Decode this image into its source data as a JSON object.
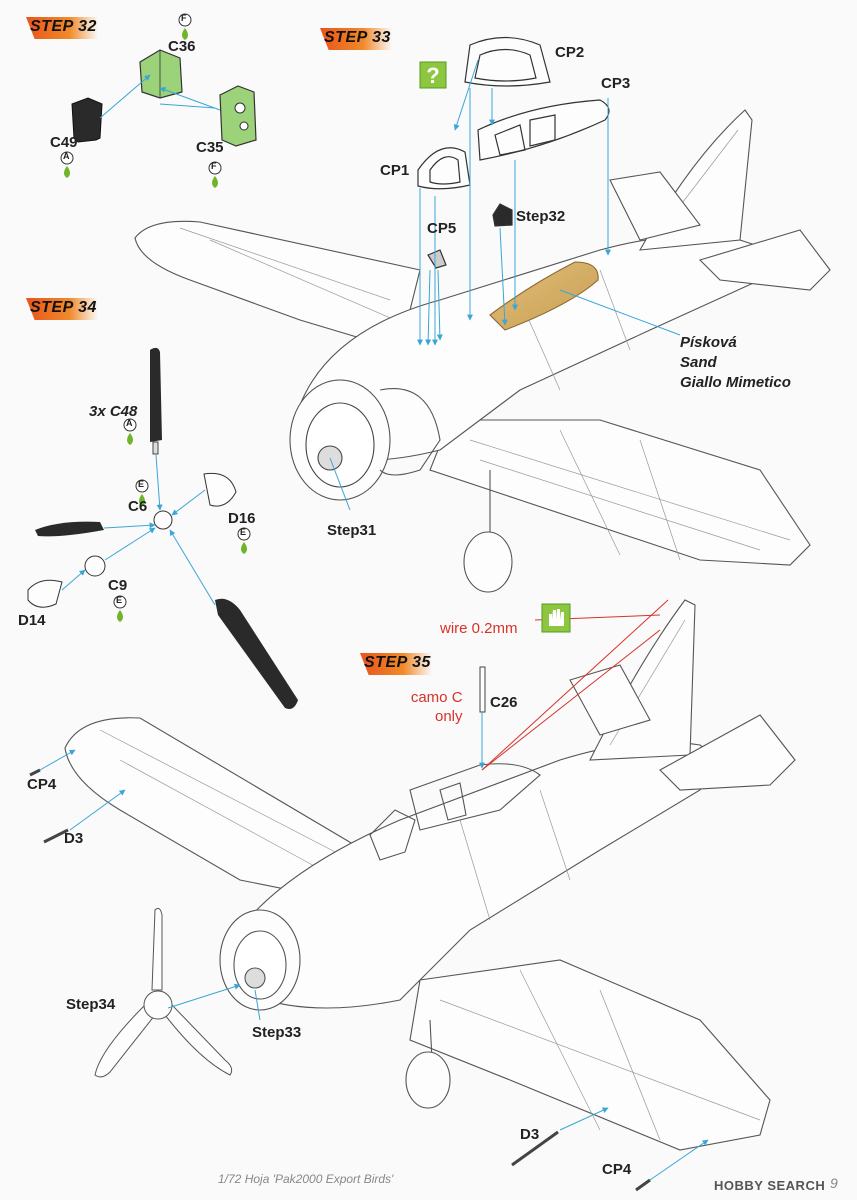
{
  "steps": {
    "s32": "STEP 32",
    "s33": "STEP 33",
    "s34": "STEP 34",
    "s35": "STEP 35"
  },
  "parts": {
    "c36": "C36",
    "c49": "C49",
    "c35": "C35",
    "cp1": "CP1",
    "cp2": "CP2",
    "cp3": "CP3",
    "cp5": "CP5",
    "step32ref": "Step32",
    "step31ref": "Step31",
    "c48": "3x C48",
    "c6": "C6",
    "d16": "D16",
    "c9": "C9",
    "d14": "D14",
    "c26": "C26",
    "cp4_top": "CP4",
    "d3_top": "D3",
    "step34ref": "Step34",
    "step33ref": "Step33",
    "d3_bottom": "D3",
    "cp4_bottom": "CP4"
  },
  "paint_codes": {
    "c36": "F",
    "c49": "A",
    "c35": "F",
    "c48": "A",
    "c6": "E",
    "d16": "E",
    "c9": "E"
  },
  "color_note": {
    "line1": "Písková",
    "line2": "Sand",
    "line3": "Giallo Mimetico"
  },
  "wire_note": "wire 0.2mm",
  "camo_note": {
    "line1": "camo C",
    "line2": "only"
  },
  "footer": {
    "title": "1/72 Hoja 'Pak2000 Export Birds'",
    "page": "9",
    "brand": "HOBBY SEARCH"
  },
  "colors": {
    "step_orange": "#e8541d",
    "line_blue": "#3ba6d6",
    "wire_red": "#d8322a",
    "sand": "#d9b46a",
    "green": "#8dc63f",
    "paint_green": "#6fb52c",
    "dark": "#2a2a2a"
  }
}
